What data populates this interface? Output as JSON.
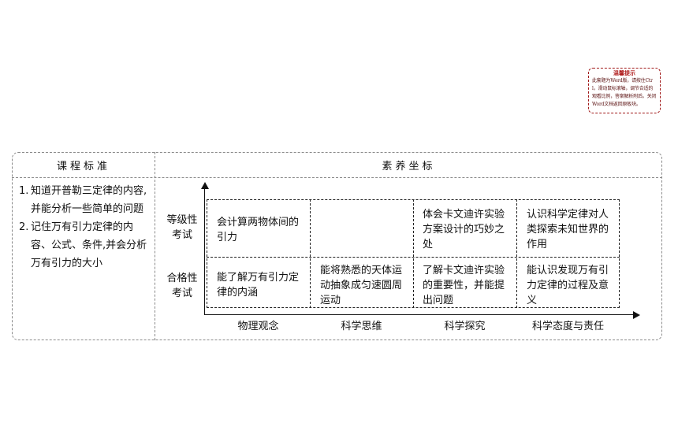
{
  "tip": {
    "title": "温馨提示",
    "body": "此套题为Word版，请按住Ctrl，滑动鼠标滚轴，调节合适的观看比例，答案解析附后。关闭Word文档返回原板块。"
  },
  "table": {
    "left_header": "课程标准",
    "right_header": "素养坐标",
    "standards": [
      {
        "num": "1.",
        "text": "知道开普勒三定律的内容,并能分析一些简单的问题"
      },
      {
        "num": "2.",
        "text": "记住万有引力定律的内容、公式、条件,并会分析万有引力的大小"
      }
    ]
  },
  "grid": {
    "row_labels": [
      "等级性\n考试",
      "合格性\n考试"
    ],
    "col_labels": [
      "物理观念",
      "科学思维",
      "科学探究",
      "科学态度与责任"
    ],
    "cells": [
      [
        "会计算两物体间的引力",
        "",
        "体会卡文迪许实验方案设计的巧妙之处",
        "认识科学定律对人类探索未知世界的作用"
      ],
      [
        "能了解万有引力定律的内涵",
        "能将熟悉的天体运动抽象成匀速圆周运动",
        "了解卡文迪许实验的重要性，并能提出问题",
        "能认识发现万有引力定律的过程及意义"
      ]
    ]
  }
}
